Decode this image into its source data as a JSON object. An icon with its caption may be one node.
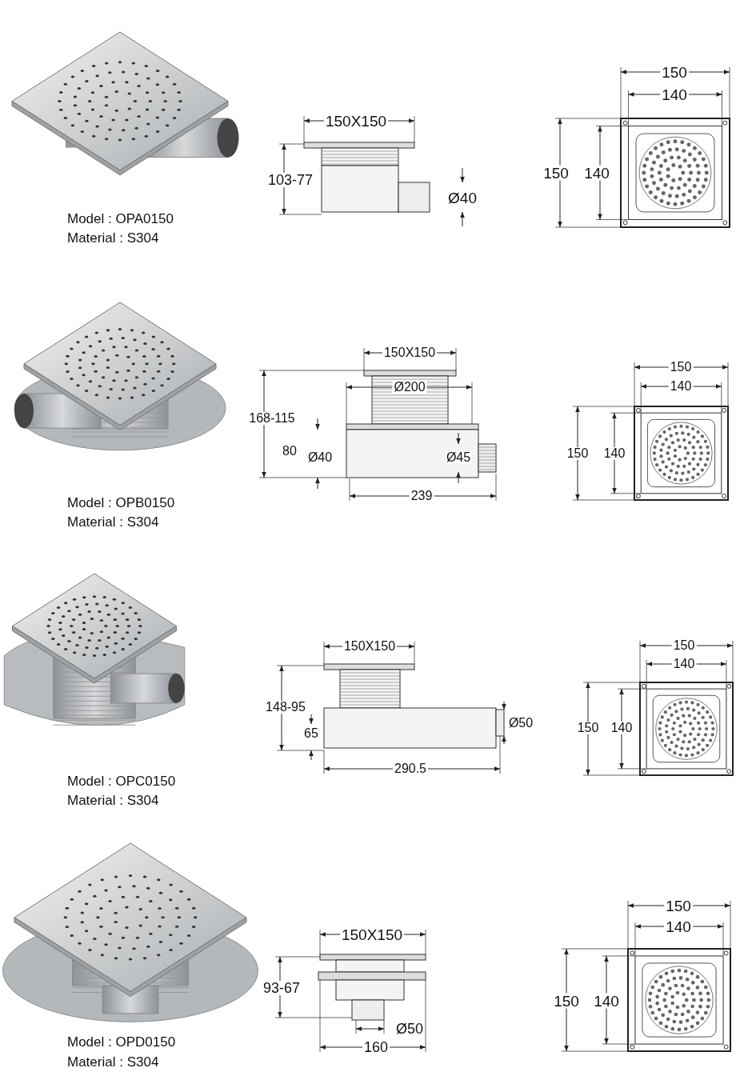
{
  "diagram": {
    "labels": [
      "150",
      "140",
      "150X150",
      "150",
      "140",
      "103-77",
      "Ø40",
      "Model : OPA0150",
      "Material : S304",
      "150X150",
      "150",
      "140",
      "Ø200",
      "168-115",
      "80",
      "Ø40",
      "Ø45",
      "150",
      "140",
      "239",
      "Model : OPB0150",
      "Material : S304",
      "150",
      "150X150",
      "140",
      "148-95",
      "65",
      "Ø50",
      "150",
      "140",
      "290.5",
      "Model : OPC0150",
      "Material : S304",
      "150",
      "140",
      "150X150",
      "93-67",
      "150",
      "140",
      "Ø50",
      "Model : OPD0150",
      "160",
      "Material : S304"
    ]
  }
}
